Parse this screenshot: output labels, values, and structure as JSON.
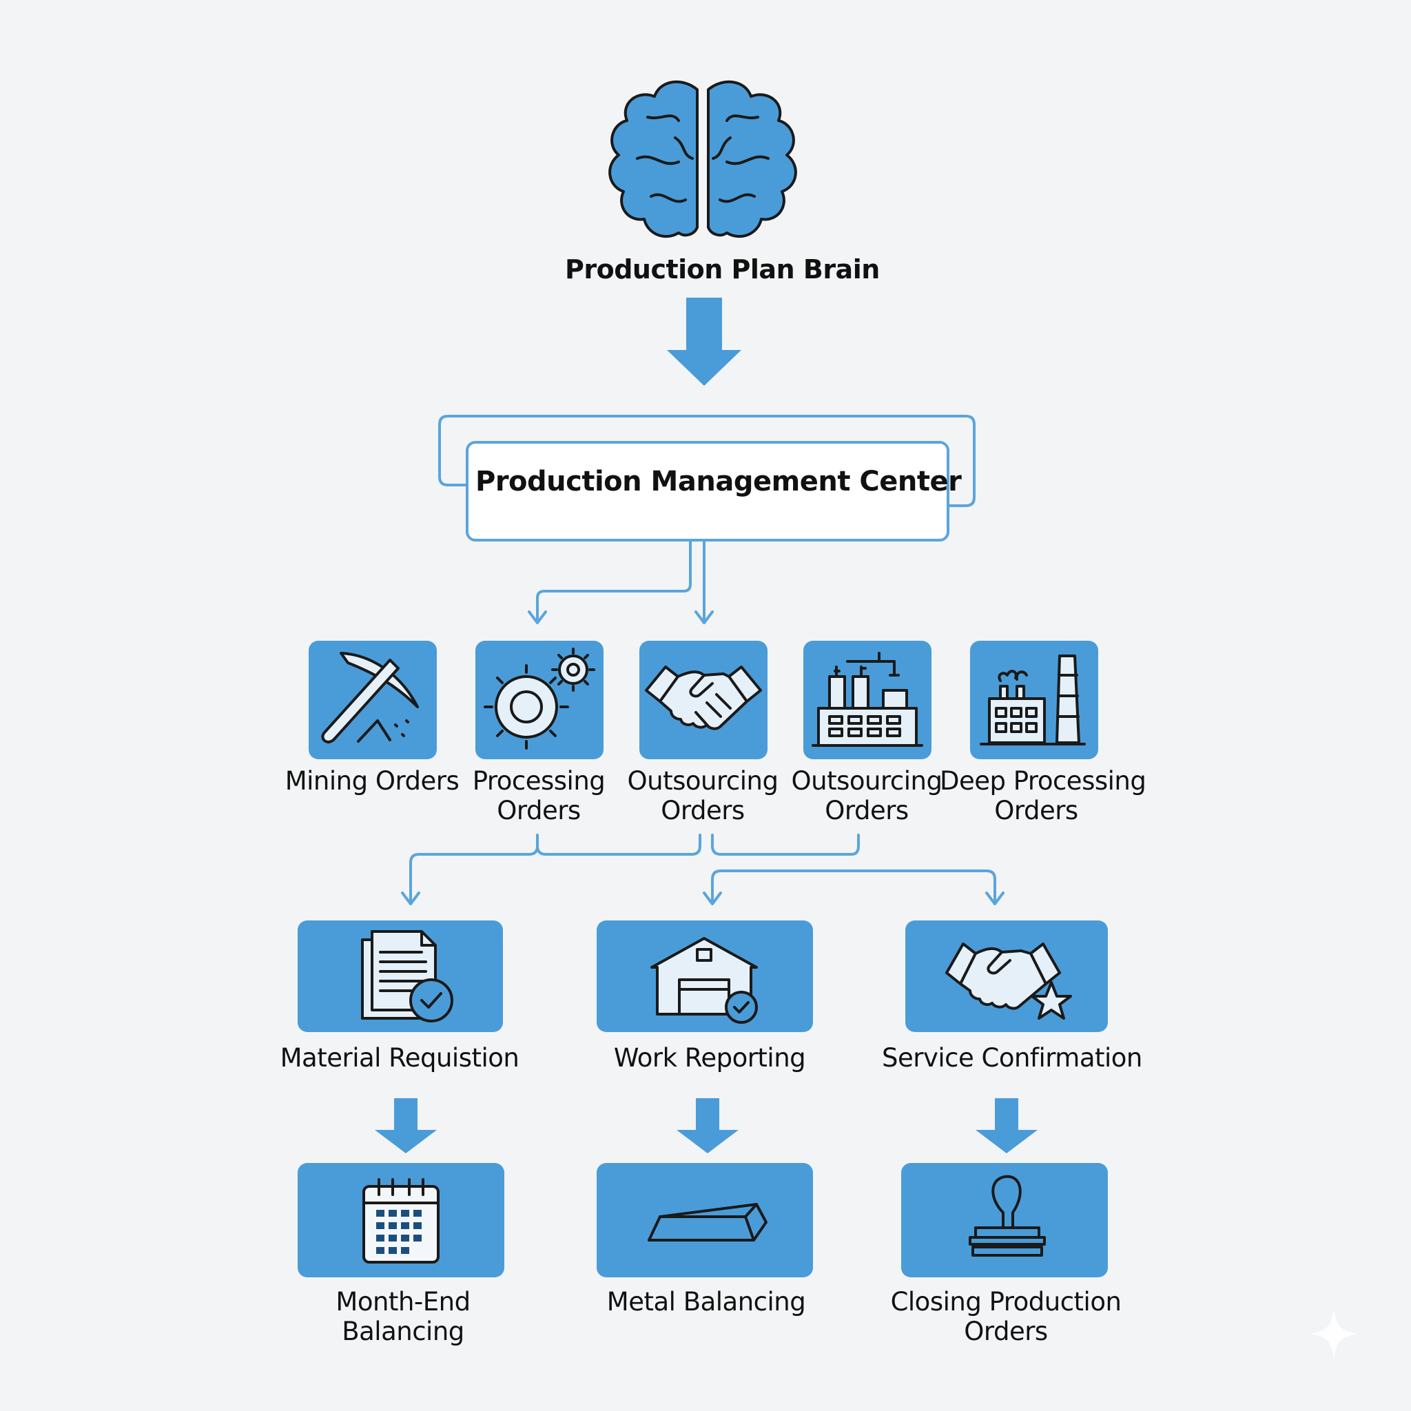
{
  "top": {
    "label": "Production Plan Brain",
    "icon": "brain-icon"
  },
  "center": {
    "label": "Production Management Center"
  },
  "order_types": [
    {
      "label_lines": [
        "Mining Orders"
      ],
      "icon": "pickaxe-icon"
    },
    {
      "label_lines": [
        "Processing",
        "Orders"
      ],
      "icon": "gears-icon"
    },
    {
      "label_lines": [
        "Outsourcing",
        "Orders"
      ],
      "icon": "handshake-icon"
    },
    {
      "label_lines": [
        "Outsourcing",
        "Orders"
      ],
      "icon": "factory-icon"
    },
    {
      "label_lines": [
        "Deep Processing",
        "Orders"
      ],
      "icon": "chimney-factory-icon"
    }
  ],
  "execution_steps": [
    {
      "label": "Material Requistion",
      "icon": "document-check-icon"
    },
    {
      "label": "Work Reporting",
      "icon": "warehouse-check-icon"
    },
    {
      "label": "Service Confirmation",
      "icon": "handshake-star-icon"
    }
  ],
  "closing_steps": [
    {
      "label_lines": [
        "Month-End",
        "Balancing"
      ],
      "icon": "calendar-icon"
    },
    {
      "label_lines": [
        "Metal Balancing"
      ],
      "icon": "metal-ingot-icon"
    },
    {
      "label_lines": [
        "Closing Production",
        "Orders"
      ],
      "icon": "stamp-icon"
    }
  ],
  "colors": {
    "accent": "#4a9cd8",
    "line": "#5aa5dc",
    "background": "#f3f4f5",
    "ink": "#111111"
  }
}
